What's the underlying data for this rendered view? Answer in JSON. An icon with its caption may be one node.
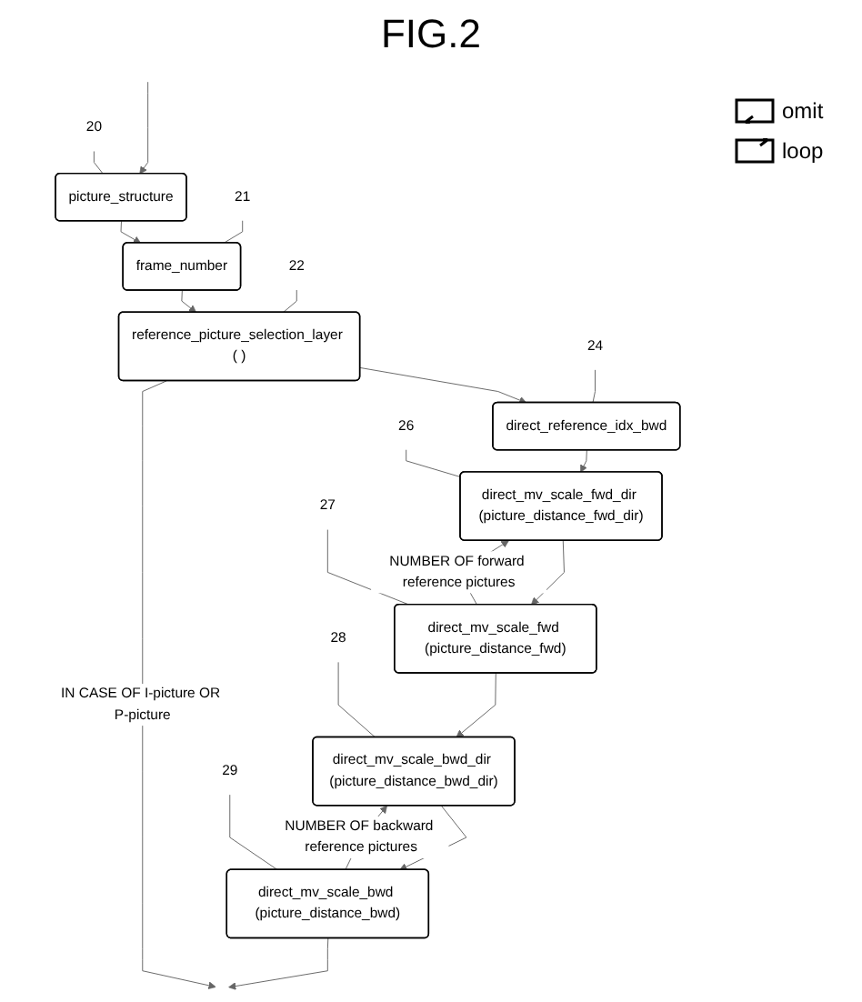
{
  "diagram": {
    "title": "FIG.2",
    "nodes": [
      {
        "text": [
          "picture_structure"
        ]
      },
      {
        "text": [
          "20"
        ]
      },
      {
        "text": [
          "frame_number"
        ]
      },
      {
        "text": [
          "21"
        ]
      },
      {
        "text": [
          "reference_picture_selection_layer ( )"
        ]
      },
      {
        "text": [
          "22"
        ]
      },
      {
        "text": [
          "direct_reference_idx_bwd"
        ]
      },
      {
        "text": [
          "24"
        ]
      },
      {
        "text": [
          "direct_mv_scale_fwd_dir (picture_distance_fwd_dir)"
        ]
      },
      {
        "text": [
          "26"
        ]
      },
      {
        "text": [
          "direct_mv_scale_fwd (picture_distance_fwd)"
        ]
      },
      {
        "text": [
          "27"
        ]
      },
      {
        "text": [
          "direct_mv_scale_bwd_dir (picture_distance_bwd_dir)"
        ]
      },
      {
        "text": [
          "28"
        ]
      },
      {
        "text": [
          "direct_mv_scale_bwd (picture_distance_bwd)"
        ]
      },
      {
        "text": [
          "29"
        ]
      }
    ],
    "edges": [
      {
        "from": null,
        "to": 0,
        "arrow": "to"
      },
      {
        "from": 0,
        "to": 2,
        "arrow": "to"
      },
      {
        "from": 2,
        "to": 4,
        "arrow": "to"
      },
      {
        "from": 4,
        "to": 6,
        "arrow": "to"
      },
      {
        "from": 6,
        "to": 8,
        "arrow": "to"
      },
      {
        "from": 8,
        "to": 10,
        "arrow": "to"
      },
      {
        "from": 10,
        "to": 8,
        "arrow": "to",
        "label": "NUMBER OF forward reference pictures"
      },
      {
        "from": 10,
        "to": 12,
        "arrow": "to"
      },
      {
        "from": 12,
        "to": 14,
        "arrow": "to"
      },
      {
        "from": 14,
        "to": 12,
        "arrow": "to",
        "label": "NUMBER OF backward reference pictures"
      },
      {
        "from": 14,
        "to": null,
        "arrow": "to"
      },
      {
        "from": 4,
        "to": null,
        "arrow": "to",
        "label": "IN CASE OF I-picture OR P-picture"
      },
      {
        "from": 1,
        "to": 0,
        "arrow": "none"
      },
      {
        "from": 3,
        "to": 2,
        "arrow": "none"
      },
      {
        "from": 5,
        "to": 4,
        "arrow": "none"
      },
      {
        "from": 7,
        "to": 6,
        "arrow": "none"
      },
      {
        "from": 9,
        "to": 8,
        "arrow": "none"
      },
      {
        "from": 11,
        "to": 10,
        "arrow": "none"
      },
      {
        "from": 13,
        "to": 12,
        "arrow": "none"
      },
      {
        "from": 15,
        "to": 14,
        "arrow": "none"
      }
    ],
    "legend": [
      {
        "text": "omit"
      },
      {
        "text": "loop"
      }
    ]
  }
}
